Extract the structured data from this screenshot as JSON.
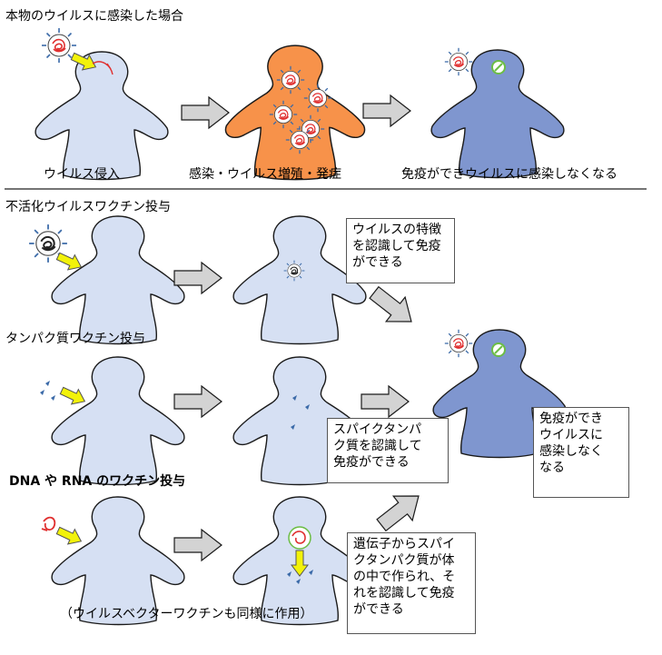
{
  "sections": {
    "real_virus": {
      "title": "本物のウイルスに感染した場合",
      "captions": [
        "ウイルス侵入",
        "感染・ウイルス増殖・発症",
        "免疫ができウイルスに感染しなくなる"
      ]
    },
    "inactivated": {
      "title": "不活化ウイルスワクチン投与",
      "note": [
        "ウイルスの特徴",
        "を認識して免疫",
        "ができる"
      ]
    },
    "protein": {
      "title": "タンパク質ワクチン投与",
      "note": [
        "スパイクタンパ",
        "ク質を認識して",
        "免疫ができる"
      ]
    },
    "nucleic": {
      "title": "DNA や RNA のワクチン投与",
      "note": [
        "遺伝子からスパイ",
        "クタンパク質が体",
        "の中で作られ、そ",
        "れを認識して免疫",
        "ができる"
      ],
      "caption": "（ウイルスベクターワクチンも同様に作用）"
    }
  },
  "result": {
    "note": [
      "免疫ができ",
      "ウイルスに",
      "感染しなく",
      "なる"
    ]
  },
  "colors": {
    "body_light": "#d6e0f3",
    "body_infected": "#f7924a",
    "body_immune": "#7f96cf",
    "outline": "#1a1a1a",
    "arrow_fill": "#d3d3d3",
    "yellow_arrow": "#f2f20a",
    "virus_red": "#e03030",
    "spike": "#3b6aa8",
    "antibody_green": "#6cbd45"
  }
}
